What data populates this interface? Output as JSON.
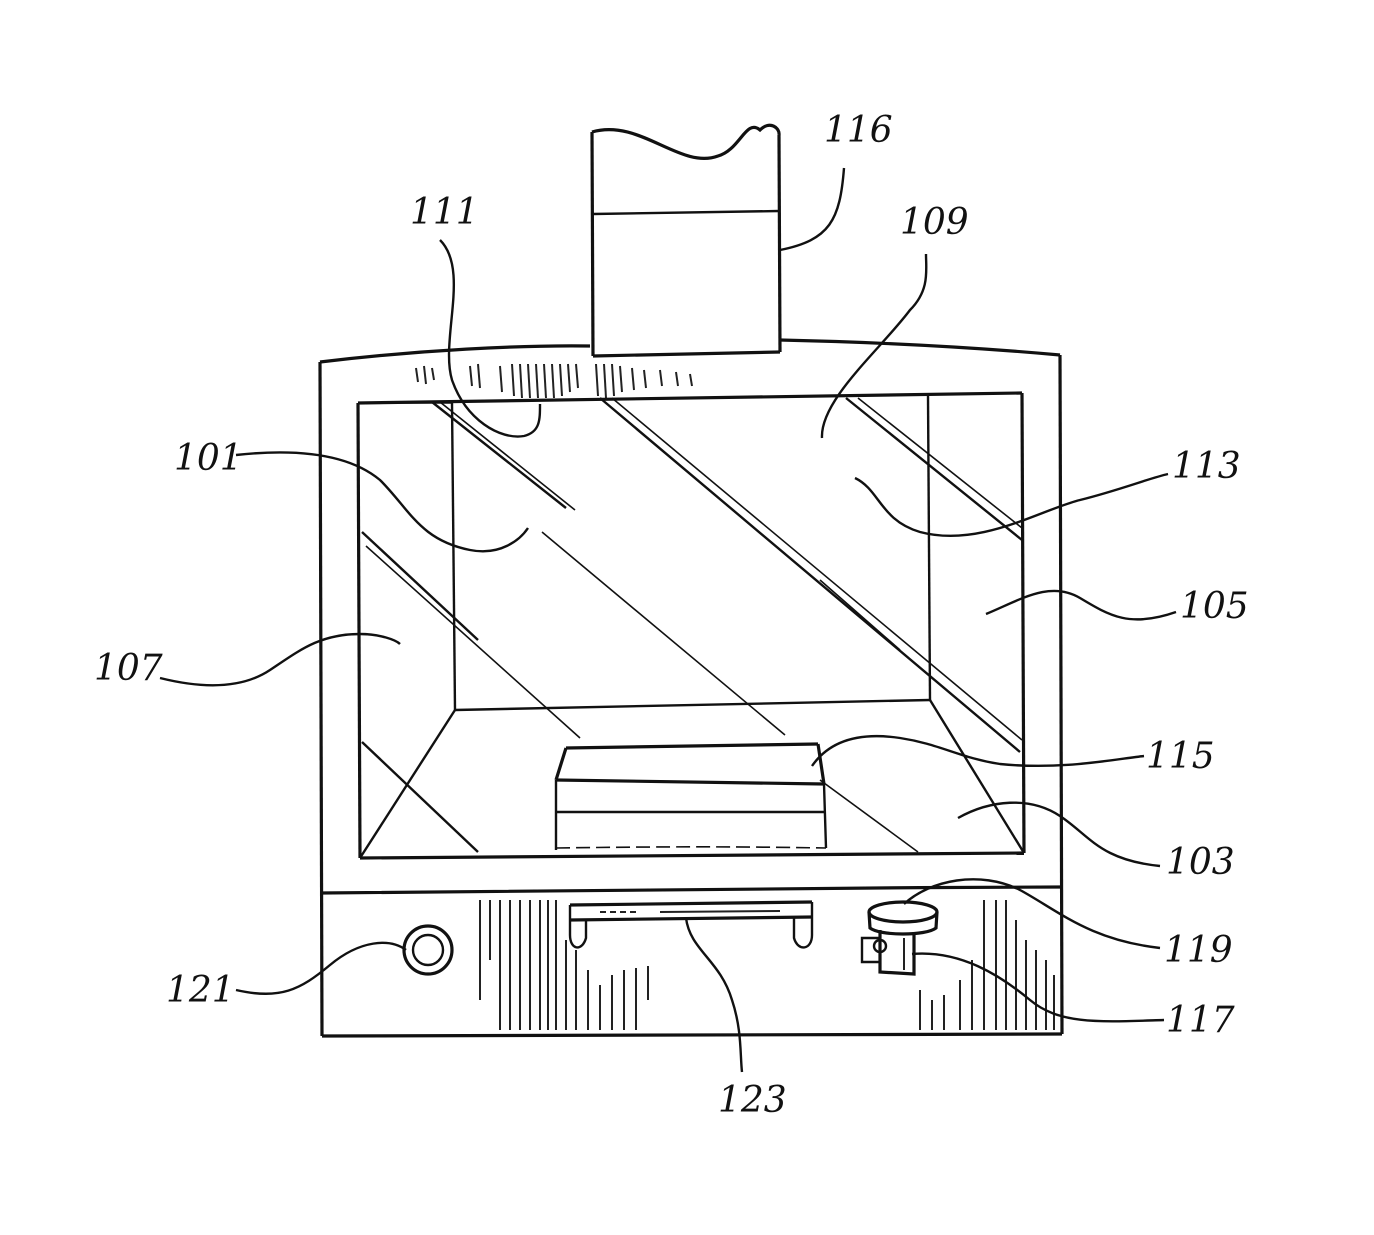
{
  "figure": {
    "reference_numerals": {
      "n101": "101",
      "n103": "103",
      "n105": "105",
      "n107": "107",
      "n109": "109",
      "n111": "111",
      "n113": "113",
      "n115": "115",
      "n116": "116",
      "n117": "117",
      "n119": "119",
      "n121": "121",
      "n123": "123"
    }
  }
}
